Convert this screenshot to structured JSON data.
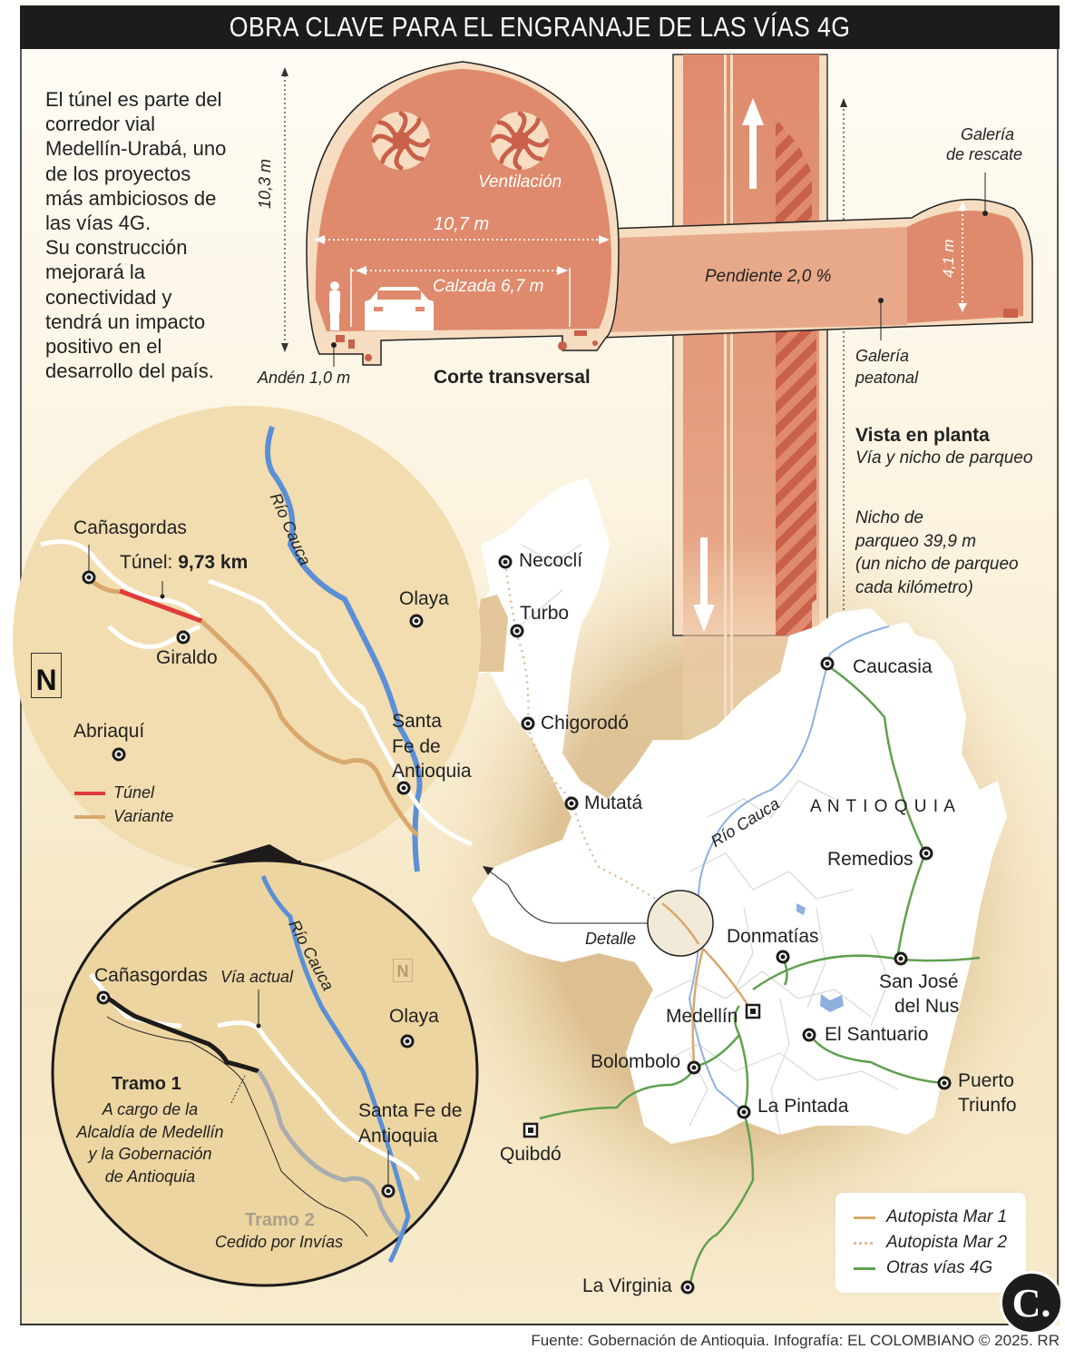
{
  "header": {
    "title": "OBRA CLAVE PARA EL ENGRANAJE DE LAS VÍAS 4G"
  },
  "intro": {
    "lines": [
      "El túnel es parte del",
      "corredor vial",
      "Medellín-Urabá, uno",
      "de los proyectos",
      "más ambiciosos de",
      "las vías 4G.",
      "Su construcción",
      "mejorará la",
      "conectividad y",
      "tendrá un impacto",
      "positivo en el",
      "desarrollo del país."
    ]
  },
  "cross_section": {
    "title": "Corte transversal",
    "height": "10,3 m",
    "width": "10,7 m",
    "roadway": "Calzada 6,7 m",
    "sidewalk": "Andén 1,0 m",
    "ventilation": "Ventilación",
    "slope": "Pendiente 2,0 %",
    "rescue_gallery_line1": "Galería",
    "rescue_gallery_line2": "de rescate",
    "rescue_height": "4,1 m",
    "pedestrian_gallery_line1": "Galería",
    "pedestrian_gallery_line2": "peatonal"
  },
  "plan_view": {
    "title": "Vista en planta",
    "subtitle": "Vía y nicho de parqueo",
    "niche_lines": [
      "Nicho de",
      "parqueo 39,9 m",
      "(un nicho de parqueo",
      "cada kilómetro)"
    ]
  },
  "detail_map": {
    "tunnel_label": "Túnel: ",
    "tunnel_length": "9,73 km",
    "river": "Río Cauca",
    "places": {
      "canasgordas": "Cañasgordas",
      "giraldo": "Giraldo",
      "olaya": "Olaya",
      "abriaqui": "Abriaquí",
      "santa_fe_1": "Santa",
      "santa_fe_2": "Fe de",
      "santa_fe_3": "Antioquia"
    },
    "legend": [
      {
        "label": "Túnel",
        "color": "#e03a3a"
      },
      {
        "label": "Variante",
        "color": "#d9a86c"
      }
    ],
    "north": "N"
  },
  "tramo_map": {
    "river": "Río Cauca",
    "current_road": "Vía actual",
    "places": {
      "canasgordas": "Cañasgordas",
      "olaya": "Olaya",
      "santa_fe_1": "Santa Fe de",
      "santa_fe_2": "Antioquia"
    },
    "tramo1": {
      "title": "Tramo 1",
      "lines": [
        "A cargo de la",
        "Alcaldía de Medellín",
        "y la Gobernación",
        "de Antioquia"
      ]
    },
    "tramo2": {
      "title": "Tramo 2",
      "desc": "Cedido por Invías"
    },
    "north": "N"
  },
  "main_map": {
    "region": "A N T I O Q U I A",
    "river": "Río Cauca",
    "detail_label": "Detalle",
    "places": [
      "Necoclí",
      "Turbo",
      "Chigorodó",
      "Mutatá",
      "Caucasia",
      "Remedios",
      "Donmatías",
      "San José",
      "del Nus",
      "Medellín",
      "El Santuario",
      "Bolombolo",
      "La Pintada",
      "Puerto",
      "Triunfo",
      "Quibdó",
      "La Virginia"
    ],
    "legend": [
      {
        "label": "Autopista Mar 1",
        "color": "#d9a86c",
        "style": "solid"
      },
      {
        "label": "Autopista Mar 2",
        "color": "#e0b995",
        "style": "dotted"
      },
      {
        "label": "Otras vías 4G",
        "color": "#5fa04e",
        "style": "solid"
      }
    ]
  },
  "colors": {
    "tunnel": "#df8a6c",
    "tunnel_light": "#e8a98a",
    "tunnel_dark": "#c9604a",
    "lining": "#f6dcc0",
    "map_bg": "#f2ddb0",
    "river": "#5b8fd6",
    "road_4g": "#5fa04e"
  },
  "footer": {
    "source": "Fuente: Gobernación de Antioquia. Infografía: EL COLOMBIANO © 2025. RR",
    "logo": "C."
  }
}
